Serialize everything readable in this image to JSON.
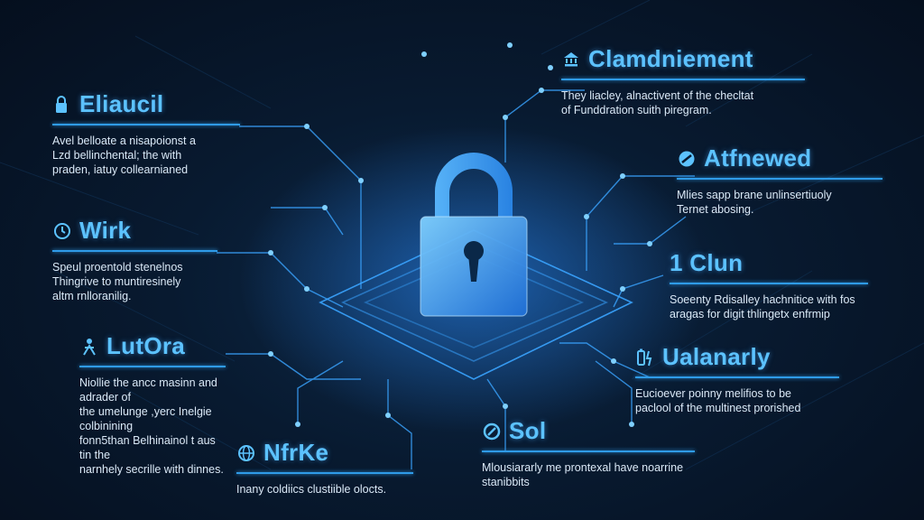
{
  "accent": "#5cc2ff",
  "line_color": "#2f9be8",
  "callouts": [
    {
      "icon": "lock-icon",
      "title": "Eliaucil",
      "desc": "Avel belloate a nisapoionst a\nLzd bellinchental; the with\npraden, iatuy collearnianed"
    },
    {
      "icon": "clock-icon",
      "title": "Wirk",
      "desc": "Speul proentold stenelnos\nThingrive to muntiresinely\naltm rnlloranilig."
    },
    {
      "icon": "person-icon",
      "title": "LutOra",
      "desc": "Niollie the ancc masinn and adrader of\nthe umelunge ,yerc Inelgie colbinining\nfonn5than Belhinainol t aus tin the\nnarnhely secrille with dinnes."
    },
    {
      "icon": "globe-icon",
      "title": "NfrKe",
      "desc": "Inany coldiics clustiible olocts."
    },
    {
      "icon": "bank-icon",
      "title": "Clamdniement",
      "desc": "They liacley, alnactivent of the checltat\nof Funddration suith piregram."
    },
    {
      "icon": "shield-icon",
      "title": "Atfnewed",
      "desc": "Mlies sapp brane unlinsertiuoly\nTernet abosing."
    },
    {
      "icon": "number-icon",
      "title": "1 Clun",
      "desc": "Soeenty  Rdisalley hachnitice with fos\naragas for digit thlingetx enfrmip"
    },
    {
      "icon": "battery-icon",
      "title": "Ualanarly",
      "desc": "Eucioever poinny melifios to be\npaclool of the multinest prorished"
    },
    {
      "icon": "target-icon",
      "title": "Sol",
      "desc": "Mlousiararly me prontexal have noarrine\nstanibbits"
    }
  ]
}
